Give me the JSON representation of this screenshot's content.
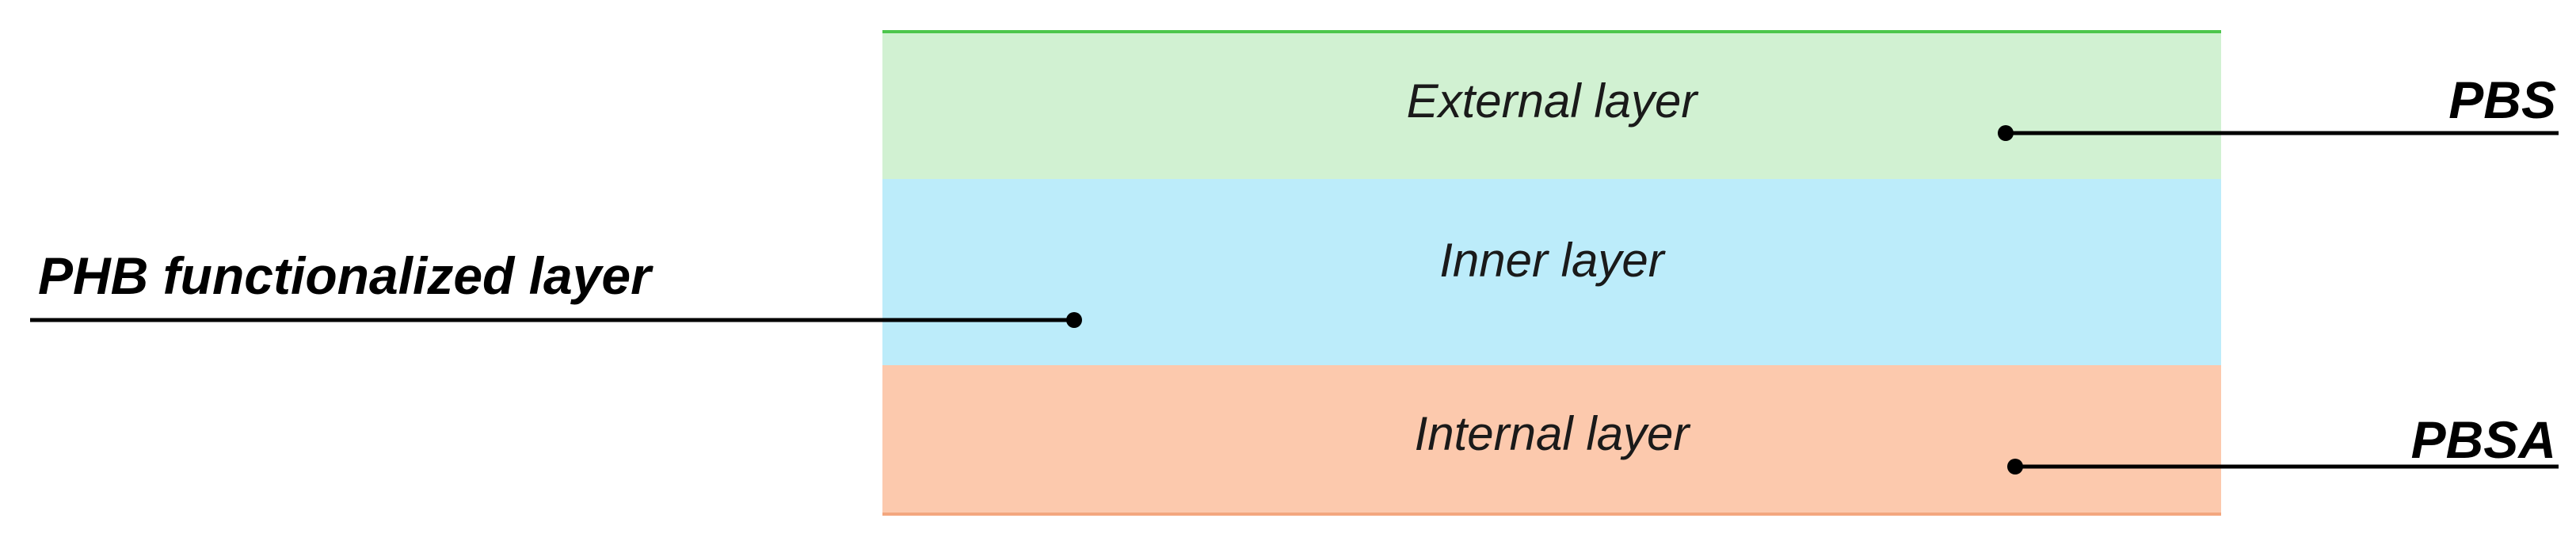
{
  "layers": {
    "top": {
      "label": "External layer",
      "color": "#d1f1d2"
    },
    "middle": {
      "label": "Inner layer",
      "color": "#bcecfa"
    },
    "bottom": {
      "label": "Internal layer",
      "color": "#fcc9ad"
    }
  },
  "callouts": {
    "pbs": "PBS",
    "phb": "PHB functionalized layer",
    "pbsa": "PBSA"
  }
}
